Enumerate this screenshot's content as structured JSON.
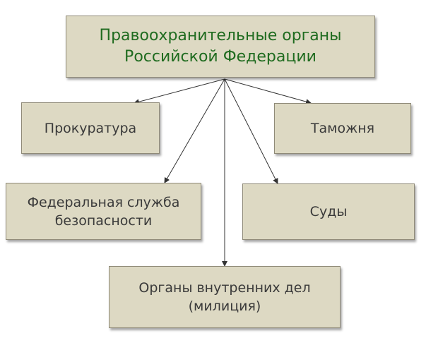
{
  "diagram": {
    "root": "Правоохранительные органы\nРоссийской Федерации",
    "nodes": {
      "prokuratura": "Прокуратура",
      "tamozhnya": "Таможня",
      "fsb": "Федеральная служба\nбезопасности",
      "sudy": "Суды",
      "mvd": "Органы внутренних дел\n(милиция)"
    },
    "edges": [
      {
        "from": "root",
        "to": "prokuratura"
      },
      {
        "from": "root",
        "to": "tamozhnya"
      },
      {
        "from": "root",
        "to": "fsb"
      },
      {
        "from": "root",
        "to": "sudy"
      },
      {
        "from": "root",
        "to": "mvd"
      }
    ]
  },
  "colors": {
    "box_fill": "#ddd9c3",
    "box_border": "#8f8a78",
    "root_text": "#1f6b1f",
    "node_text": "#3a3a3a",
    "arrow": "#333333"
  }
}
